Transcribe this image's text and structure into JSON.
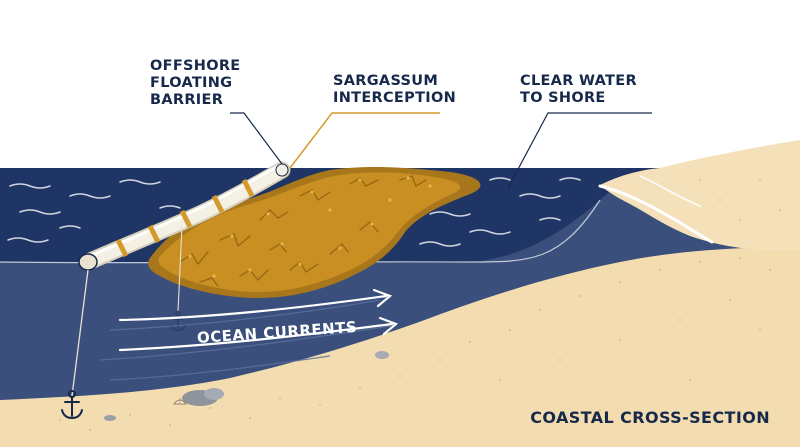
{
  "labels": {
    "barrier": "OFFSHORE\nFLOATING\nBARRIER",
    "sargassum": "SARGASSUM\nINTERCEPTION",
    "clear_water": "CLEAR WATER\nTO SHORE",
    "currents": "OCEAN CURRENTS",
    "section_title": "COASTAL CROSS-SECTION"
  },
  "colors": {
    "sky": "#ffffff",
    "ocean_deep": "#1f3566",
    "ocean_shallow": "#3f5480",
    "sand": "#f2dcb0",
    "sand_dark": "#e3c48b",
    "seaweed": "#c98f22",
    "seaweed_dark": "#9a6a14",
    "barrier": "#f1ece0",
    "label_text": "#17294a",
    "leader_sarg": "#d69a2b",
    "leader_other": "#17294a"
  },
  "icons": [
    "anchor-icon",
    "shell-icon",
    "current-arrow-icon"
  ]
}
